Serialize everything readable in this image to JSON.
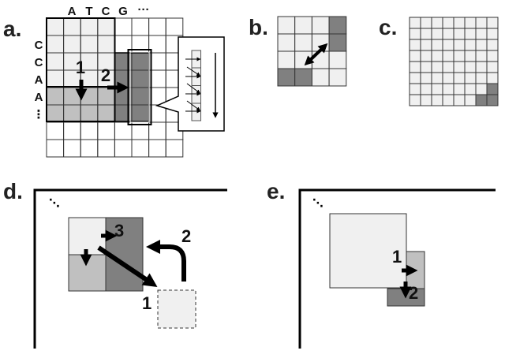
{
  "panels": {
    "a": "a.",
    "b": "b.",
    "c": "c.",
    "d": "d.",
    "e": "e."
  },
  "panel_a": {
    "column_labels": [
      "A",
      "T",
      "C",
      "G",
      "···"
    ],
    "row_labels": [
      "C",
      "C",
      "A",
      "A",
      "⋮"
    ],
    "steps": [
      "1",
      "2"
    ]
  },
  "panel_d": {
    "dots": "⋱",
    "steps": [
      "1",
      "2",
      "3"
    ]
  },
  "panel_e": {
    "dots": "⋱",
    "steps": [
      "1",
      "2"
    ]
  },
  "colors": {
    "light": "#f0f0f0",
    "mid": "#bfbfbf",
    "dark": "#808080",
    "line": "#000000"
  }
}
